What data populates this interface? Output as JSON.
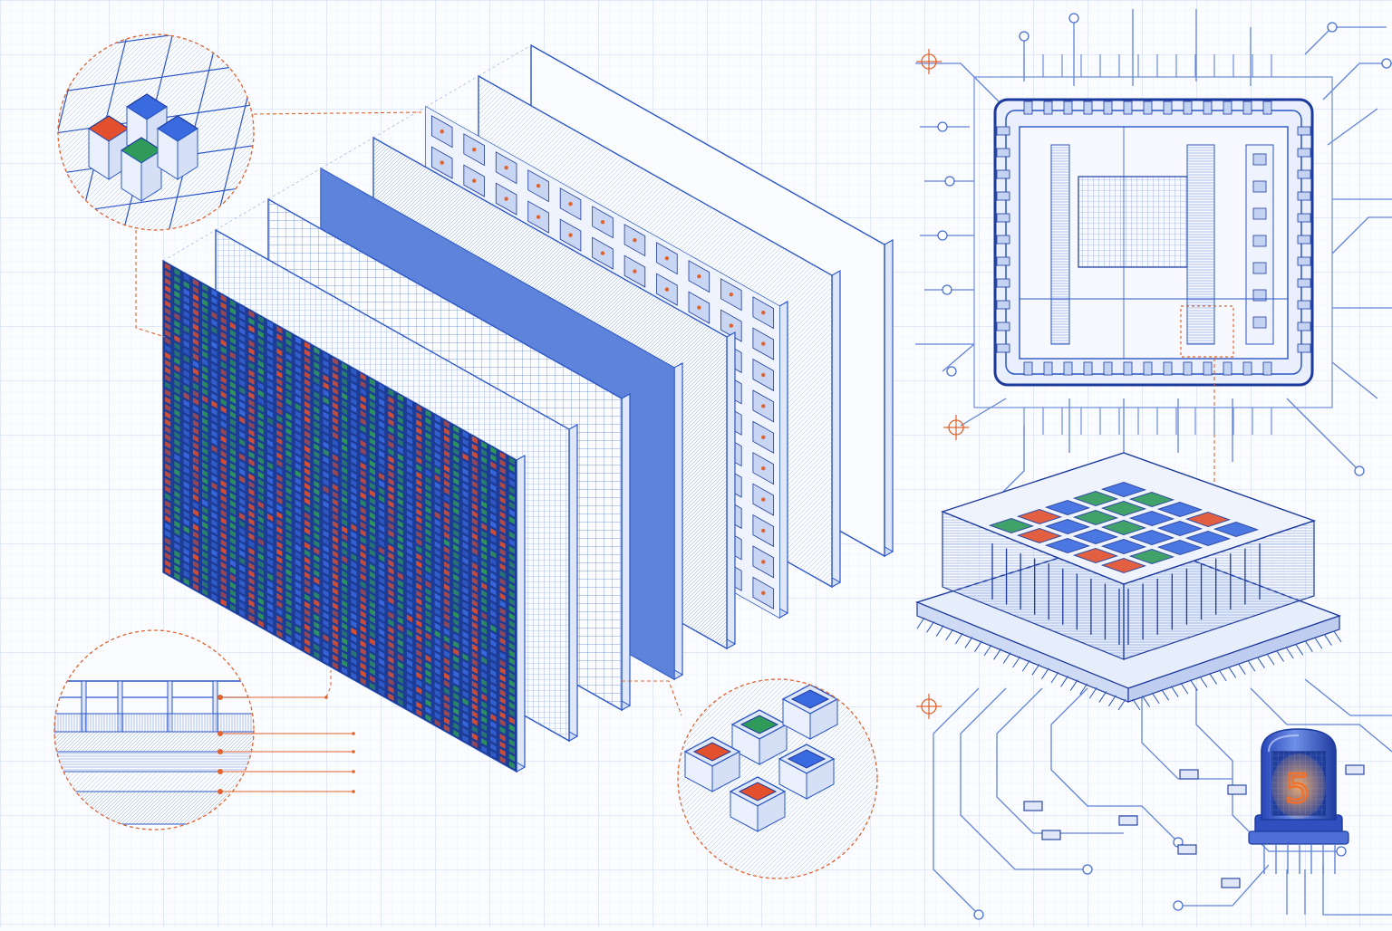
{
  "palette": {
    "paper": "#fbfcff",
    "grid_minor": "#dfe7f7",
    "grid_major": "#c3d2ee",
    "line_blue": "#2a56c6",
    "deep_blue": "#1c3a9e",
    "accent_orange": "#e0622c",
    "pixel_red": "#e2502d",
    "pixel_green": "#2f9a5a",
    "pixel_blue": "#3a6ae0",
    "glow_orange": "#f08a3c"
  },
  "diagram": {
    "exploded_layers": [
      {
        "name": "rgb-pixel-array-panel",
        "kind": "pixels"
      },
      {
        "name": "fine-grid-layer",
        "kind": "fine-grid"
      },
      {
        "name": "mesh-layer",
        "kind": "mesh"
      },
      {
        "name": "blue-filter-layer",
        "kind": "solid-blue"
      },
      {
        "name": "hatched-diffuser-layer",
        "kind": "hatch"
      },
      {
        "name": "led-cell-layer",
        "kind": "cells"
      },
      {
        "name": "plain-sheet-layer",
        "kind": "hatch-light"
      },
      {
        "name": "back-cover-layer",
        "kind": "plain"
      }
    ],
    "callouts": [
      {
        "name": "top-left-pixel-detail-callout",
        "tint_cells": [
          "red",
          "blue",
          "green",
          "blue"
        ]
      },
      {
        "name": "bottom-left-cross-section-callout",
        "strata": 5
      },
      {
        "name": "bottom-center-pixel-cells-callout",
        "tint_cells": [
          "green",
          "blue",
          "red",
          "blue",
          "red"
        ]
      }
    ],
    "chip": {
      "name": "processor-die-schematic"
    },
    "package": {
      "name": "chip-package-isometric"
    },
    "nixie": {
      "name": "nixie-tube",
      "digit": "5"
    }
  }
}
